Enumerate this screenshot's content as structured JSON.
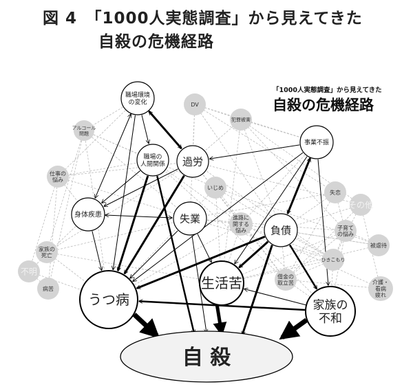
{
  "figure": {
    "label": "図 4",
    "title_line1": "「1000人実態調査」から見えてきた",
    "title_line2": "自殺の危機経路"
  },
  "inset": {
    "subtitle": "「1000人実態調査」から見えてきた",
    "title": "自殺の危機経路"
  },
  "nodes": {
    "shokuba_kankyo": {
      "label": [
        "職場環境",
        "の変化"
      ],
      "kind": "main"
    },
    "dv": {
      "label": [
        "DV"
      ],
      "kind": "minor"
    },
    "hanzai": {
      "label": [
        "犯罪被害"
      ],
      "kind": "minor"
    },
    "alcohol": {
      "label": [
        "アルコール",
        "問題"
      ],
      "kind": "minor"
    },
    "ningen": {
      "label": [
        "職場の",
        "人間関係"
      ],
      "kind": "main"
    },
    "karou": {
      "label": [
        "過労"
      ],
      "kind": "main"
    },
    "jigyo": {
      "label": [
        "事業不振"
      ],
      "kind": "main"
    },
    "shigoto": {
      "label": [
        "仕事の",
        "悩み"
      ],
      "kind": "minor"
    },
    "ijime": {
      "label": [
        "いじめ"
      ],
      "kind": "minor"
    },
    "shitsuren": {
      "label": [
        "失恋"
      ],
      "kind": "minor"
    },
    "sonota": {
      "label": [
        "その他"
      ],
      "kind": "faint"
    },
    "shintai": {
      "label": [
        "身体疾患"
      ],
      "kind": "main"
    },
    "shitsugyo": {
      "label": [
        "失業"
      ],
      "kind": "main"
    },
    "shinro": {
      "label": [
        "進路に",
        "関する",
        "悩み"
      ],
      "kind": "minor"
    },
    "fusai": {
      "label": [
        "負債"
      ],
      "kind": "main"
    },
    "kosodate": {
      "label": [
        "子育て",
        "の悩み"
      ],
      "kind": "minor"
    },
    "higyakutai": {
      "label": [
        "被虐待"
      ],
      "kind": "minor"
    },
    "kazoku_shibo": {
      "label": [
        "家族の",
        "死亡"
      ],
      "kind": "minor"
    },
    "hikikomori": {
      "label": [
        "ひきこもり"
      ],
      "kind": "minor"
    },
    "fumei": {
      "label": [
        "不明"
      ],
      "kind": "faint"
    },
    "shakkin": {
      "label": [
        "借金の",
        "取立苦"
      ],
      "kind": "minor"
    },
    "byoku": {
      "label": [
        "病苦"
      ],
      "kind": "minor"
    },
    "kaigo": {
      "label": [
        "介護・",
        "看病",
        "疲れ"
      ],
      "kind": "minor"
    },
    "utsu": {
      "label": [
        "うつ病"
      ],
      "kind": "big"
    },
    "seikatsu": {
      "label": [
        "生活苦"
      ],
      "kind": "big"
    },
    "fuwa": {
      "label": [
        "家族の",
        "不和"
      ],
      "kind": "big"
    },
    "jisatsu": {
      "label": [
        "自 殺"
      ],
      "kind": "end"
    }
  },
  "edges": [
    {
      "from": "shokuba_kankyo",
      "to": "karou",
      "weight": 3,
      "both": true
    },
    {
      "from": "shokuba_kankyo",
      "to": "ningen",
      "weight": 1
    },
    {
      "from": "shokuba_kankyo",
      "to": "shintai",
      "weight": 1,
      "both": true
    },
    {
      "from": "shokuba_kankyo",
      "to": "utsu",
      "weight": 1
    },
    {
      "from": "ningen",
      "to": "utsu",
      "weight": 3
    },
    {
      "from": "ningen",
      "to": "jisatsu",
      "weight": 2.5
    },
    {
      "from": "ningen",
      "to": "shintai",
      "weight": 1
    },
    {
      "from": "karou",
      "to": "utsu",
      "weight": 3
    },
    {
      "from": "karou",
      "to": "shintai",
      "weight": 1
    },
    {
      "from": "jigyo",
      "to": "karou",
      "weight": 1
    },
    {
      "from": "jigyo",
      "to": "fusai",
      "weight": 3,
      "both": true
    },
    {
      "from": "jigyo",
      "to": "seikatsu",
      "weight": 1
    },
    {
      "from": "jigyo",
      "to": "utsu",
      "weight": 1
    },
    {
      "from": "jigyo",
      "to": "fuwa",
      "weight": 1
    },
    {
      "from": "shintai",
      "to": "shitsugyo",
      "weight": 1,
      "both": true
    },
    {
      "from": "shintai",
      "to": "utsu",
      "weight": 1
    },
    {
      "from": "shitsugyo",
      "to": "utsu",
      "weight": 1
    },
    {
      "from": "shitsugyo",
      "to": "seikatsu",
      "weight": 1
    },
    {
      "from": "shitsugyo",
      "to": "jisatsu",
      "weight": 1
    },
    {
      "from": "fusai",
      "to": "utsu",
      "weight": 3
    },
    {
      "from": "fusai",
      "to": "seikatsu",
      "weight": 3
    },
    {
      "from": "fusai",
      "to": "jisatsu",
      "weight": 3
    },
    {
      "from": "fusai",
      "to": "fuwa",
      "weight": 2.5
    },
    {
      "from": "fuwa",
      "to": "utsu",
      "weight": 2.5
    },
    {
      "from": "fuwa",
      "to": "seikatsu",
      "weight": 1
    },
    {
      "from": "seikatsu",
      "to": "jisatsu",
      "weight": 5
    },
    {
      "from": "utsu",
      "to": "jisatsu",
      "weight": 7
    },
    {
      "from": "fuwa",
      "to": "jisatsu",
      "weight": 7
    }
  ]
}
